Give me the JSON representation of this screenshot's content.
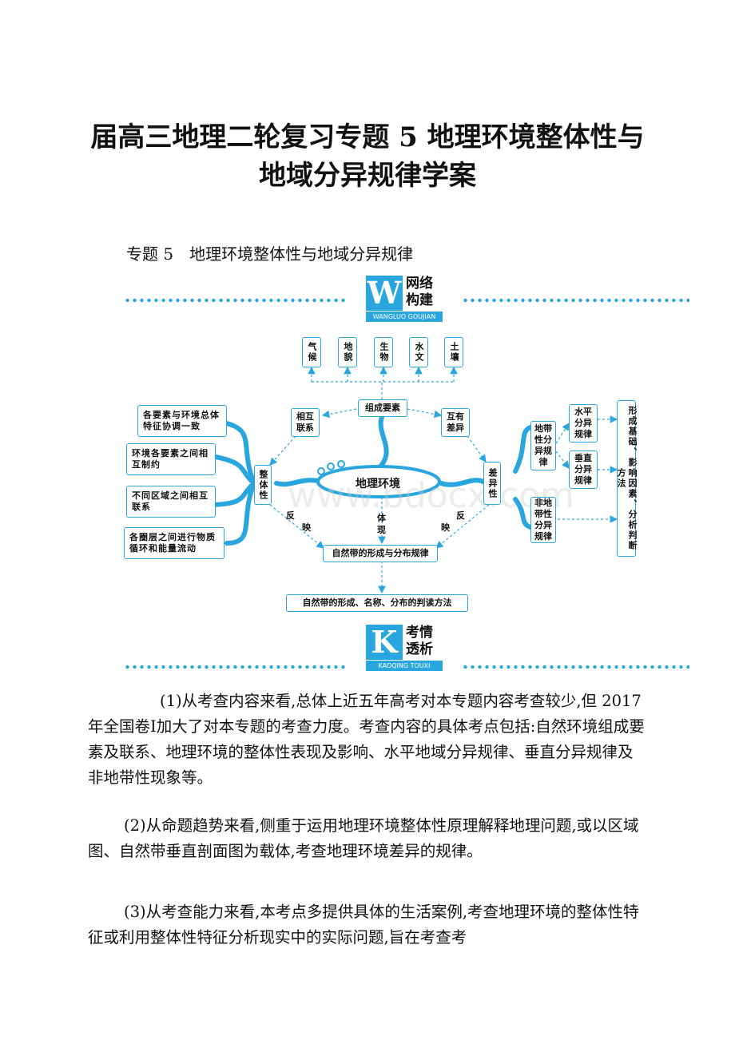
{
  "title_line1": "届高三地理二轮复习专题 5 地理环境整体性与",
  "title_line2": "地域分异规律学案",
  "subtitle": "专题 5　地理环境整体性与地域分异规律",
  "banner1": {
    "letter": "W",
    "cn_line1": "网络",
    "cn_line2": "构建",
    "en": "WANGLUO GOUJIAN"
  },
  "banner2": {
    "letter": "K",
    "cn_line1": "考情",
    "cn_line2": "透析",
    "en": "KAOQING TOUXI"
  },
  "diagram": {
    "top_elements": [
      "气候",
      "地貌",
      "生物",
      "水文",
      "土壤"
    ],
    "composition": "组成要素",
    "mutual": "相互联系",
    "different": "互有差异",
    "center": "地理环境",
    "integrity": "整体性",
    "difference": "差异性",
    "integrity_items": [
      "各要素与环境总体特征协调一致",
      "环境各要素之间相互制约",
      "不同区域之间相互联系",
      "各圈层之间进行物质循环和能量流动"
    ],
    "zonal": "地带性分异规律",
    "horizontal": "水平分异规律",
    "vertical": "垂直分异规律",
    "nonzonal": "非地带性分异规律",
    "far_right": "形成基础、影响因素、分析判断方法",
    "reflect_left_1": "反",
    "reflect_left_2": "映",
    "embody_1": "体",
    "embody_2": "现",
    "reflect_right_1": "反",
    "reflect_right_2": "映",
    "natural_belt": "自然带的形成与分布规律",
    "natural_belt_method": "自然带的形成、名称、分布的判读方法",
    "watermark": "www.bdocx.com"
  },
  "paragraphs": [
    "(1)从考查内容来看,总体上近五年高考对本专题内容考查较少,但 2017 年全国卷Ⅰ加大了对本专题的考查力度。考查内容的具体考点包括:自然环境组成要素及联系、地理环境的整体性表现及影响、水平地域分异规律、垂直分异规律及非地带性现象等。",
    "(2)从命题趋势来看,侧重于运用地理环境整体性原理解释地理问题,或以区域图、自然带垂直剖面图为载体,考查地理环境差异的规律。",
    "(3)从考查能力来看,本考点多提供具体的生活案例,考查地理环境的整体性特征或利用整体性特征分析现实中的实际问题,旨在考查考"
  ]
}
